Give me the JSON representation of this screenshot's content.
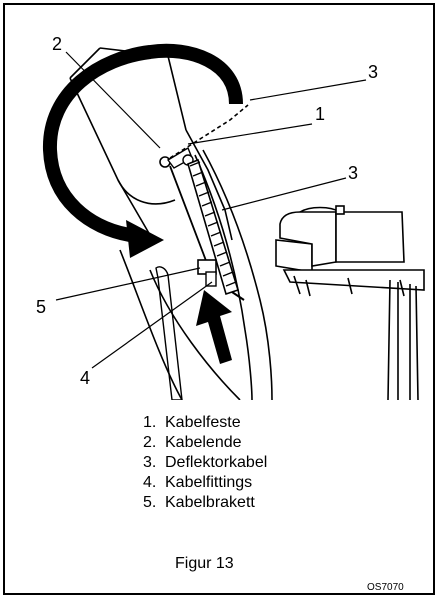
{
  "callouts": {
    "c1": "1",
    "c2": "2",
    "c3_top": "3",
    "c3_mid": "3",
    "c4": "4",
    "c5": "5"
  },
  "legend": [
    {
      "num": "1.",
      "text": "Kabelfeste"
    },
    {
      "num": "2.",
      "text": "Kabelende"
    },
    {
      "num": "3.",
      "text": "Deflektorkabel"
    },
    {
      "num": "4.",
      "text": "Kabelfittings"
    },
    {
      "num": "5.",
      "text": "Kabelbrakett"
    }
  ],
  "caption": "Figur 13",
  "code": "OS7070"
}
